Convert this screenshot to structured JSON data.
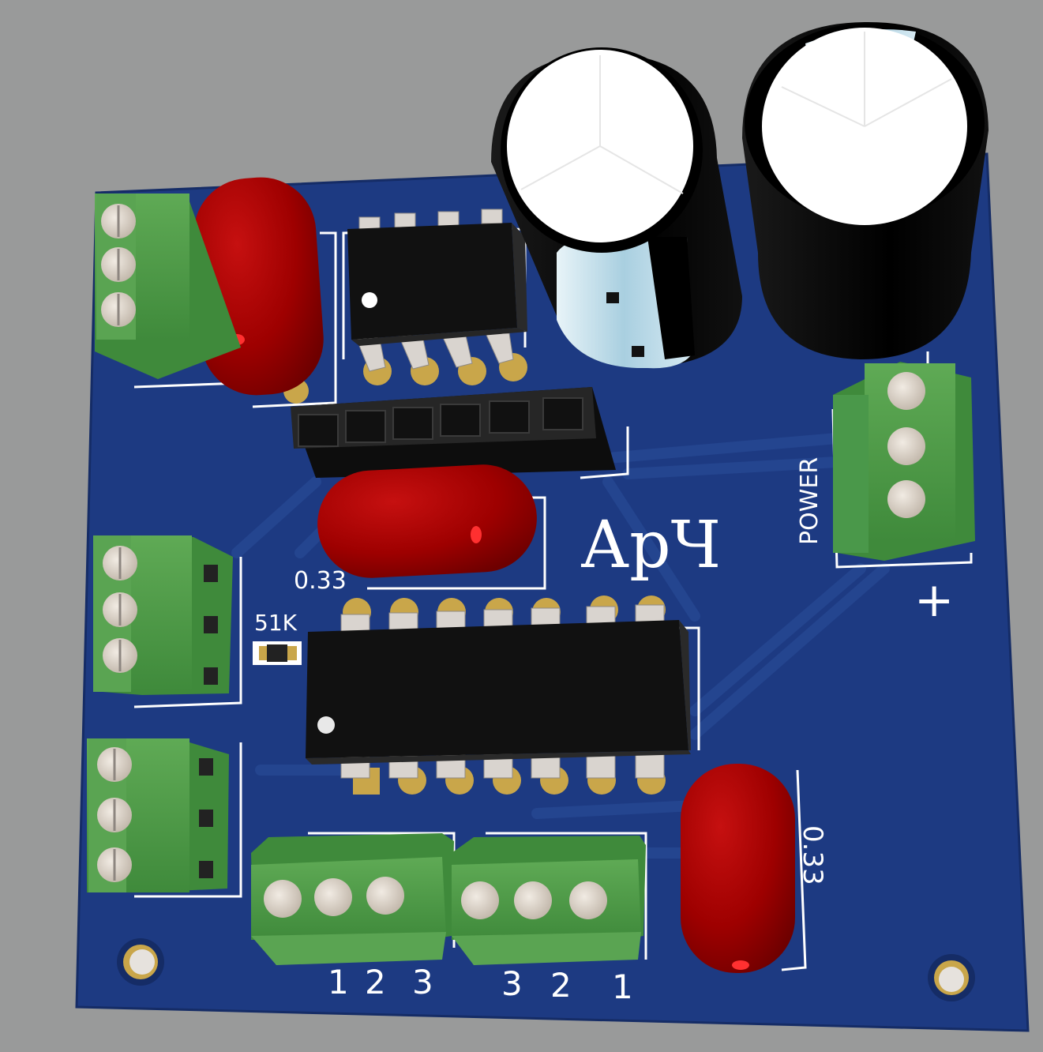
{
  "scene": {
    "background_color": "#999a9a",
    "board_color": "#1d3a82",
    "silkscreen_color": "#ffffff",
    "pad_color": "#c9a64a"
  },
  "labels": {
    "logo": "АрЧ",
    "power": "POWER",
    "plus": "+",
    "cap_top": "0.33",
    "cap_right": "0.33",
    "resistor": "51K",
    "left_terminal_pins": [
      "1",
      "2",
      "3"
    ],
    "right_terminal_pins": [
      "3",
      "2",
      "1"
    ]
  }
}
